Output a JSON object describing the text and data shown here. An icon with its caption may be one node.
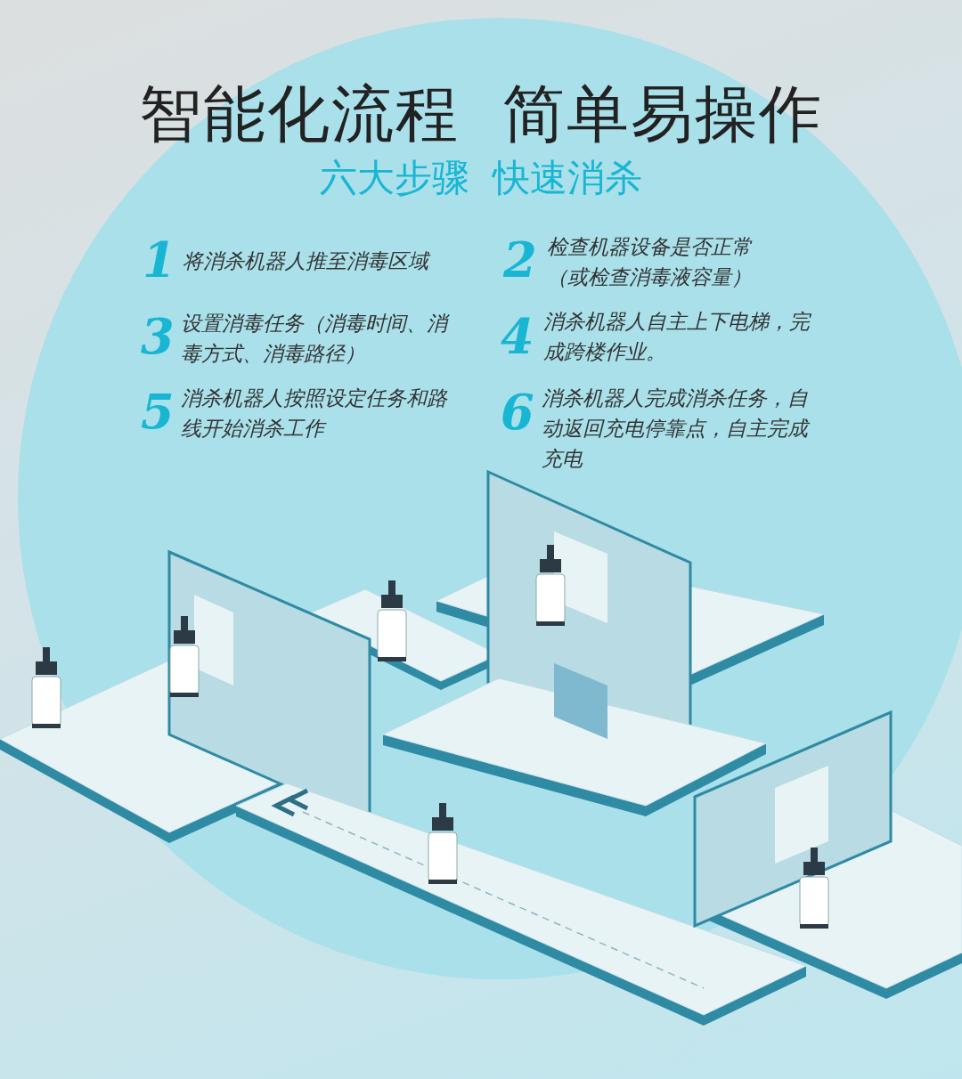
{
  "diagram": {
    "title": "智能化流程  简单易操作",
    "labels": [
      "六大步骤  快速消杀",
      "1",
      "将消杀机器人推至消毒区域",
      "2",
      "检查机器设备是否正常（或检查消毒液容量）",
      "3",
      "设置消毒任务（消毒时间、消毒方式、消毒路径）",
      "4",
      "消杀机器人自主上下电梯，完成跨楼作业。",
      "5",
      "消杀机器人按照设定任务和路线开始消杀工作",
      "6",
      "消杀机器人完成消杀任务，自动返回充电停靠点，自主完成充电"
    ]
  }
}
